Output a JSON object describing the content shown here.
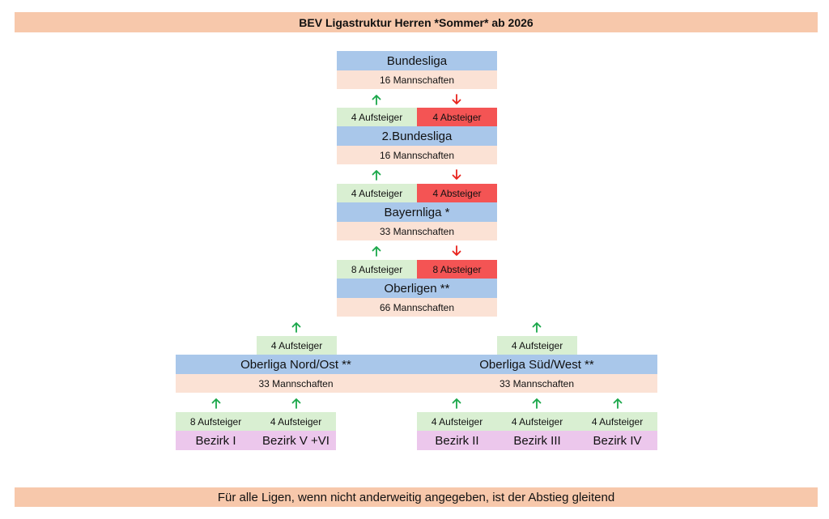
{
  "title": "BEV Ligastruktur Herren *Sommer* ab 2026",
  "footer": "Für alle Ligen, wenn nicht anderweitig angegeben, ist der Abstieg gleitend",
  "colors": {
    "banner": "#f7c8ab",
    "league": "#a9c7ea",
    "teams": "#fbe2d5",
    "promotion": "#d9efd2",
    "relegation": "#f45454",
    "district": "#ecc7ec",
    "arrow_up": "#1aa74a",
    "arrow_down": "#e8221c"
  },
  "leagues": [
    {
      "name": "Bundesliga",
      "teams": "16 Mannschaften"
    },
    {
      "name": "2.Bundesliga",
      "teams": "16 Mannschaften",
      "up": "4 Aufsteiger",
      "down": "4 Absteiger"
    },
    {
      "name": "Bayernliga *",
      "teams": "33 Mannschaften",
      "up": "4 Aufsteiger",
      "down": "4 Absteiger"
    },
    {
      "name": "Oberligen **",
      "teams": "66 Mannschaften",
      "up": "8 Aufsteiger",
      "down": "8 Absteiger"
    }
  ],
  "regions": [
    {
      "name": "Oberliga Nord/Ost **",
      "teams": "33 Mannschaften",
      "up": "4 Aufsteiger",
      "districts": [
        {
          "name": "Bezirk I",
          "up": "8 Aufsteiger"
        },
        {
          "name": "Bezirk V +VI",
          "up": "4 Aufsteiger"
        }
      ]
    },
    {
      "name": "Oberliga Süd/West **",
      "teams": "33 Mannschaften",
      "up": "4 Aufsteiger",
      "districts": [
        {
          "name": "Bezirk II",
          "up": "4 Aufsteiger"
        },
        {
          "name": "Bezirk III",
          "up": "4 Aufsteiger"
        },
        {
          "name": "Bezirk IV",
          "up": "4 Aufsteiger"
        }
      ]
    }
  ]
}
